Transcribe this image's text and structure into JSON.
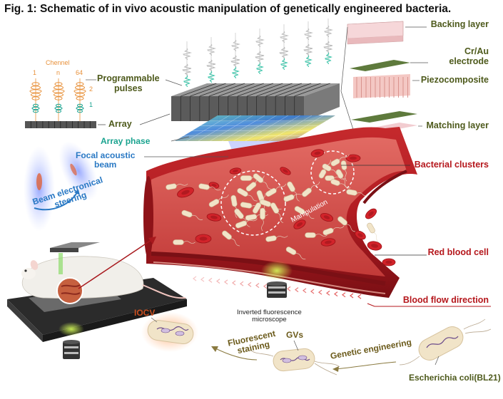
{
  "title": "Fig. 1: Schematic of in vivo acoustic manipulation of genetically engineered bacteria.",
  "transducer": {
    "backing_layer": "Backing layer",
    "electrode_line1": "Cr/Au",
    "electrode_line2": "electrode",
    "piezocomposite": "Piezocomposite",
    "matching_layer": "Matching layer"
  },
  "channels": {
    "title": "Chennel",
    "labels": [
      "1",
      "n",
      "64"
    ],
    "levels": [
      "2",
      "1"
    ]
  },
  "labels": {
    "programmable_line1": "Programmable",
    "programmable_line2": "pulses",
    "array": "Array",
    "array_phase": "Array phase",
    "focal_line1": "Focal acoustic",
    "focal_line2": "beam",
    "beam_line1": "Beam electronical",
    "beam_line2": "steering",
    "bacterial_clusters": "Bacterial clusters",
    "manipulation": "Manipulation",
    "red_blood_cell": "Red blood cell",
    "blood_flow": "Blood flow direction",
    "microscope_line1": "Inverted fluorescence",
    "microscope_line2": "microscope",
    "iocv": "IOCV",
    "gvs": "GVs",
    "fluorescent_line1": "Fluorescent",
    "fluorescent_line2": "staining",
    "genetic_engineering": "Genetic engineering",
    "ecoli": "Escherichia coli(BL21)"
  },
  "colors": {
    "label_olive": "#4e5a1c",
    "label_red": "#b5171c",
    "label_teal": "#1aa38f",
    "label_blue": "#2a79c4",
    "channel_orange": "#e8913a",
    "vessel_red": "#a8181d",
    "beam_blue": "#8fa6ff",
    "bacteria_cream": "#f1e4c8"
  }
}
